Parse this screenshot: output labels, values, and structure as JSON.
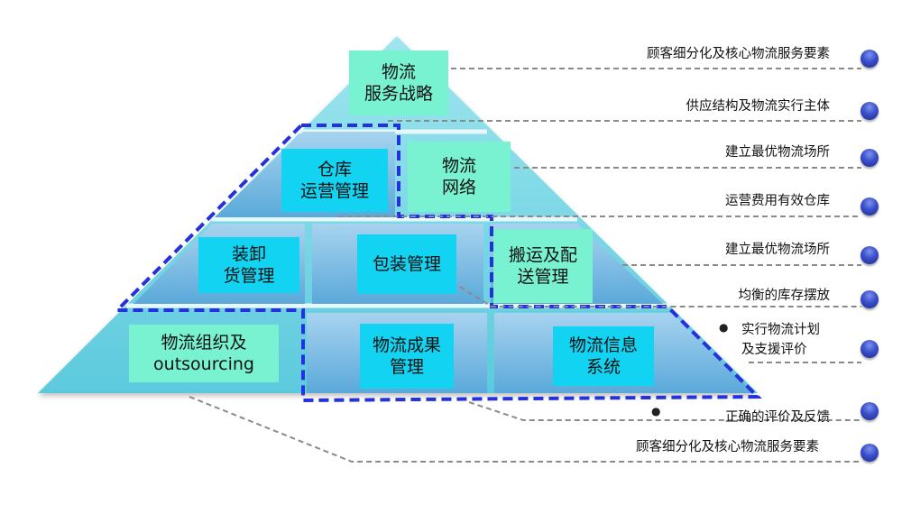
{
  "pyramid": {
    "top": "物流\n服务战略",
    "warehouse": "仓库\n运营管理",
    "network": "物流\n网络",
    "loading": "装卸\n货管理",
    "packaging": "包装管理",
    "transport": "搬运及配\n送管理",
    "organization": "物流组织及\noutsourcing",
    "results": "物流成果\n管理",
    "info_system": "物流信息\n系统"
  },
  "right_labels": [
    "顾客细分化及核心物流服务要素",
    "供应结构及物流实行主体",
    "建立最优物流场所",
    "运营费用有效仓库",
    "建立最优物流场所",
    "均衡的库存摆放",
    "实行物流计划\n及支援评价",
    "正确的评价及反馈",
    "顾客细分化及核心物流服务要素"
  ],
  "colors": {
    "mint_box": "#78f2d0",
    "cyan_box": "#12d4f2",
    "pyramid_fill": "#86dce8",
    "dashed_outline": "#2432dd",
    "leader_line": "#8a8a8a",
    "dot": "#3a4fcc"
  }
}
